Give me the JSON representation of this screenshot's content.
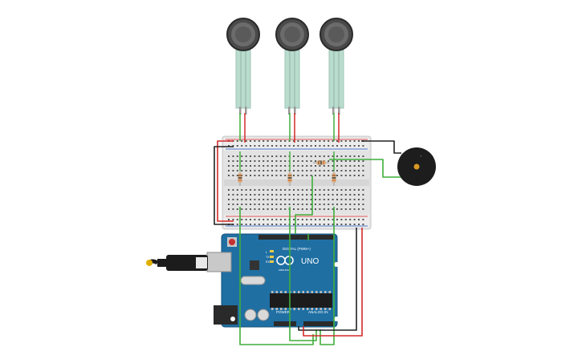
{
  "board": {
    "brand": "UNO",
    "digital_label": "DIGITAL (PWM~)",
    "power_label": "POWER",
    "analog_label": "ANALOG IN",
    "tx_label": "TX",
    "rx_label": "RX",
    "l_label": "L",
    "reset_label": "RESET",
    "aref_label": "AREF",
    "gnd_label": "GND"
  },
  "components": {
    "force_sensors": 3,
    "resistors": 4,
    "buzzer": 1,
    "breadboard": 1,
    "usb_cable": 1
  },
  "colors": {
    "wire_green": "#3fae3a",
    "wire_red": "#d42a2a",
    "wire_black": "#222222",
    "board_blue": "#1f6fa3",
    "breadboard": "#e6e6e6",
    "sensor_tail": "#b9dccf",
    "buzzer": "#1d1d1d"
  }
}
